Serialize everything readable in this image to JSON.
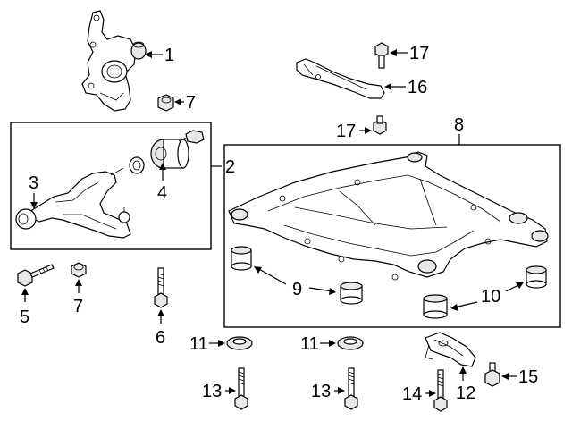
{
  "callouts": {
    "c1": "1",
    "c2": "2",
    "c3": "3",
    "c4": "4",
    "c5": "5",
    "c6": "6",
    "c7a": "7",
    "c7b": "7",
    "c8": "8",
    "c9": "9",
    "c10": "10",
    "c11a": "11",
    "c11b": "11",
    "c12": "12",
    "c13a": "13",
    "c13b": "13",
    "c14": "14",
    "c15": "15",
    "c16": "16",
    "c17a": "17",
    "c17b": "17"
  }
}
